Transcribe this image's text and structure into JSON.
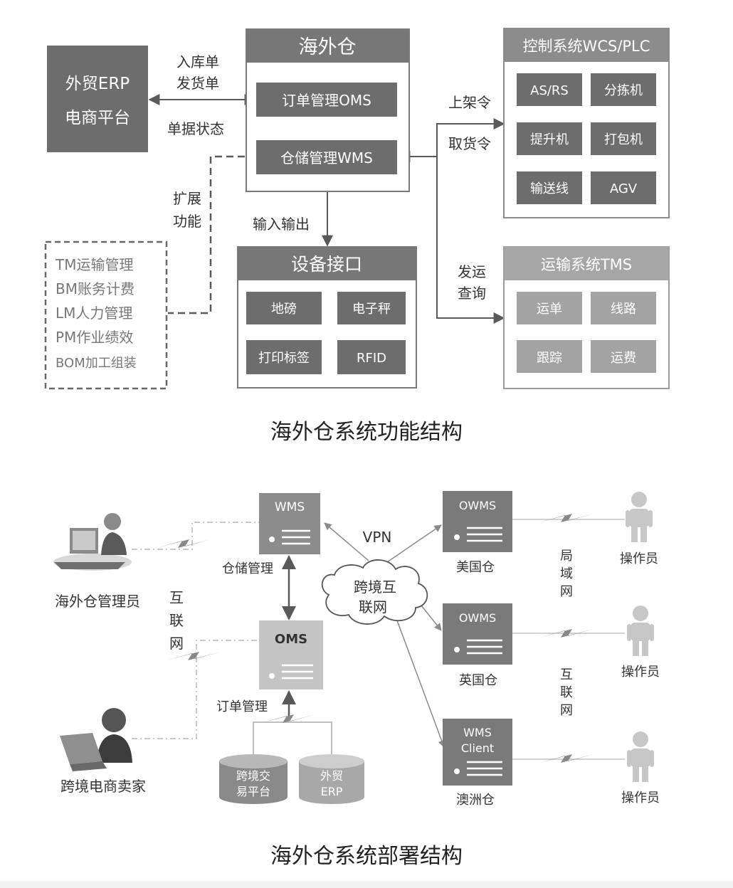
{
  "top": {
    "caption": "海外仓系统功能结构",
    "erp": {
      "line1": "外贸ERP",
      "line2": "电商平台"
    },
    "erp_link": {
      "doc1": "入库单",
      "doc2": "发货单",
      "status": "单据状态"
    },
    "ext_label": {
      "line1": "扩展",
      "line2": "功能"
    },
    "extensions": [
      "TM运输管理",
      "BM账务计费",
      "LM人力管理",
      "PM作业绩效",
      "BOM加工组装"
    ],
    "warehouse": {
      "title": "海外仓",
      "oms": "订单管理OMS",
      "wms": "仓储管理WMS"
    },
    "io_label": "输入输出",
    "devices": {
      "title": "设备接口",
      "items": [
        "地磅",
        "电子秤",
        "打印标签",
        "RFID"
      ]
    },
    "wcs_link": {
      "cmd1": "上架令",
      "cmd2": "取货令"
    },
    "wcs": {
      "title": "控制系统WCS/PLC",
      "items": [
        "AS/RS",
        "分拣机",
        "提升机",
        "打包机",
        "输送线",
        "AGV"
      ]
    },
    "tms_link": {
      "line1": "发运",
      "line2": "查询"
    },
    "tms": {
      "title": "运输系统TMS",
      "items": [
        "运单",
        "线路",
        "跟踪",
        "运费"
      ]
    }
  },
  "bottom": {
    "caption": "海外仓系统部署结构",
    "admin_label": "海外仓管理员",
    "seller_label": "跨境电商卖家",
    "internet_left": [
      "互",
      "联",
      "网"
    ],
    "wms_server": {
      "title": "WMS",
      "label": "仓储管理"
    },
    "oms_server": {
      "title": "OMS",
      "label": "订单管理"
    },
    "vpn": "VPN",
    "cloud": {
      "line1": "跨境互",
      "line2": "联网"
    },
    "platform_db": {
      "line1": "跨境交",
      "line2": "易平台"
    },
    "erp_db": {
      "line1": "外贸",
      "line2": "ERP"
    },
    "us": {
      "title": "OWMS",
      "label": "美国仓"
    },
    "uk": {
      "title": "OWMS",
      "label": "英国仓"
    },
    "au": {
      "title1": "WMS",
      "title2": "Client",
      "label": "澳洲仓"
    },
    "lan": [
      "局",
      "域",
      "网"
    ],
    "internet_right": [
      "互",
      "联",
      "网"
    ],
    "operator": "操作员"
  },
  "colors": {
    "dark_box": "#6d6d6d",
    "mid_box": "#8c8c8c",
    "light_box": "#a6a6a6",
    "line": "#595959"
  }
}
